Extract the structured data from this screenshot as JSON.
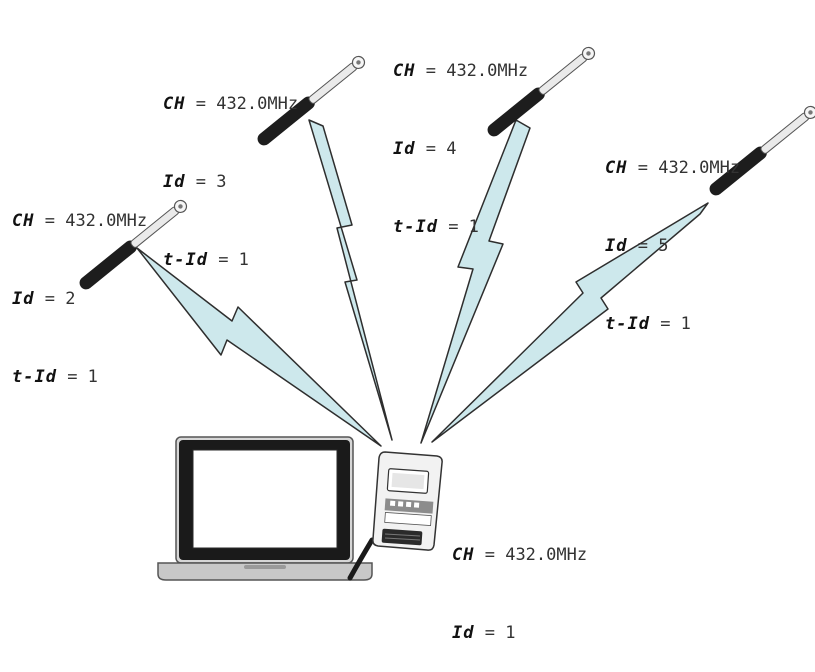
{
  "receiver": {
    "ch_label": "CH",
    "ch_value": "432.0MHz",
    "id_label": "Id",
    "id_value": "1"
  },
  "wrenches": [
    {
      "ch_label": "CH",
      "ch_value": "432.0MHz",
      "id_label": "Id",
      "id_value": "2",
      "tid_label": "t-Id",
      "tid_value": "1"
    },
    {
      "ch_label": "CH",
      "ch_value": "432.0MHz",
      "id_label": "Id",
      "id_value": "3",
      "tid_label": "t-Id",
      "tid_value": "1"
    },
    {
      "ch_label": "CH",
      "ch_value": "432.0MHz",
      "id_label": "Id",
      "id_value": "4",
      "tid_label": "t-Id",
      "tid_value": "1"
    },
    {
      "ch_label": "CH",
      "ch_value": "432.0MHz",
      "id_label": "Id",
      "id_value": "5",
      "tid_label": "t-Id",
      "tid_value": "1"
    }
  ],
  "colors": {
    "signal_fill": "#cde8ec",
    "signal_stroke": "#2e2e2e",
    "wrench_grip": "#1d1d1d",
    "wrench_shaft": "#eaeaea",
    "laptop_body": "#c8c8c8",
    "receiver_body": "#f2f2f2"
  }
}
